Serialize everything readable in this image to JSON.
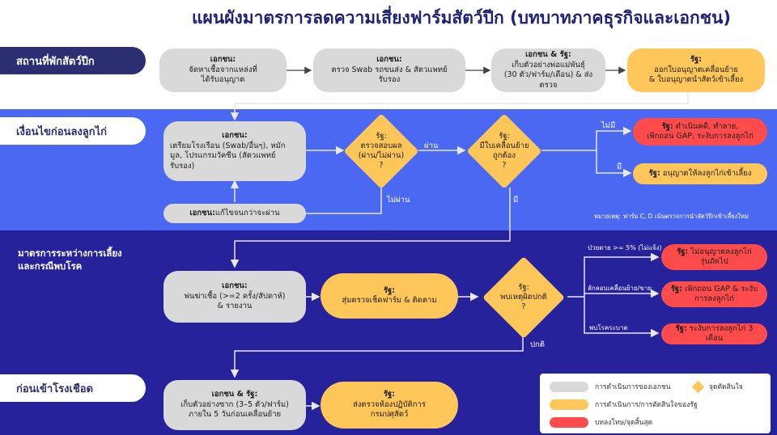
{
  "title": "แผนผังมาตรการลดความเสี่ยงฟาร์มสัตว์ปีก (บทบาทภาคธุรกิจและเอกชน)",
  "sections": {
    "s1": "สถานที่พักสัตว์ปีก",
    "s2": "เงื่อนไขก่อนลงลูกไก่",
    "s3": "มาตรการระหว่างการเลี้ยง\nและกรณีพบโรค",
    "s4": "ก่อนเข้าโรงเชือด"
  },
  "row1": {
    "b1": {
      "head": "เอกชน:",
      "body": "จัดหาเชื้อจากแหล่งที่\nได้รับอนุญาต"
    },
    "b2": {
      "head": "เอกชน:",
      "body": "ตรวจ Swab รถขนส่ง & สัตวแพทย์\nรับรอง"
    },
    "b3": {
      "head": "เอกชน & รัฐ:",
      "body": "เก็บตัวอย่างพ่อแม่พันธุ์\n(30 ตัว/ฟาร์ม/เดือน) & ส่งตรวจ"
    },
    "b4": {
      "head": "รัฐ:",
      "body": "ออกใบอนุญาตเคลื่อนย้าย\n& ใบอนุญาตนำสัตว์เข้าเลี้ยง"
    }
  },
  "row2": {
    "prep": {
      "head": "เอกชน:",
      "body": "เตรียมโรงเรือน (Swab/อื่นๆ), หมัก\nมูล, โปรแกรมวัคซีน (สัตวแพทย์\nรับรอง)"
    },
    "fix": {
      "head": "เอกชน:",
      "body": " แก้ไขจนกว่าจะผ่าน"
    },
    "d1": "รัฐ:\nตรวจสอบผล\n(ผ่าน/ไม่ผ่าน)\n?",
    "d2": "รัฐ:\nมีใบเคลื่อนย้าย\nถูกต้อง\n?",
    "pass": "ผ่าน",
    "fail": "ไม่ผ่าน",
    "no": "ไม่มี",
    "yes": "มี",
    "yes2": "มี",
    "r_no": {
      "head": "รัฐ:",
      "body": " ดำเนินคดี, ทำลาย,\nเพิกถอน GAP, ระงับการลงลูกไก่"
    },
    "r_yes": {
      "head": "รัฐ:",
      "body": " อนุญาตให้ลงลูกไก่เข้าเลี้ยง"
    },
    "note": "หมายเหตุ: ฟาร์ม C, D เน้นตรวจการนำสัตว์ปีกเข้าเลี้ยงใหม่"
  },
  "row3": {
    "dis": {
      "head": "เอกชน:",
      "body": "พ่นฆ่าเชื้อ (>=2 ครั้ง/สัปดาห์)\n& รายงาน"
    },
    "rand": {
      "head": "รัฐ:",
      "body": "สุ่มตรวจเช็คฟาร์ม & ติดตาม"
    },
    "d3": "รัฐ:\nพบเหตุผิดปกติ\n?",
    "normal": "ปกติ",
    "br1": "ป่วยตาย >= 5% (ไม่แจ้ง)",
    "br2": "ลักลอบเคลื่อนย้าย/ขาย",
    "br3": "พบโรคระบาด",
    "o1": {
      "head": "รัฐ:",
      "body": " ไม่อนุญาตลงลูกไก่\nรุ่นถัดไป"
    },
    "o2": {
      "head": "รัฐ:",
      "body": " เพิกถอน GAP & ระงับ\nการลงลูกไก่"
    },
    "o3": {
      "head": "รัฐ:",
      "body": " ระงับการลงลูกไก่ 3 เดือน"
    }
  },
  "row4": {
    "sample": {
      "head": "เอกชน & รัฐ:",
      "body": "เก็บตัวอย่างซาก (3–5 ตัว/ฟาร์ม)\nภายใน 5 วันก่อนเคลื่อนย้าย"
    },
    "lab": {
      "head": "รัฐ:",
      "body": "ส่งตรวจห้องปฏิบัติการ\nกรมปศุสัตว์"
    }
  },
  "legend": {
    "private": "การดำเนินการของเอกชน",
    "decision": "จุดตัดสินใจ",
    "state": "การดำเนินการ/การตัดสินใจของรัฐ",
    "penalty": "บทลงโทษ/จุดสิ้นสุด"
  },
  "colors": {
    "private": "#d9d9d9",
    "state": "#ffc65a",
    "penalty": "#ff4b4b",
    "band_blue": "#4a68f2",
    "band_navy": "#26229b",
    "title": "#1f2173"
  }
}
